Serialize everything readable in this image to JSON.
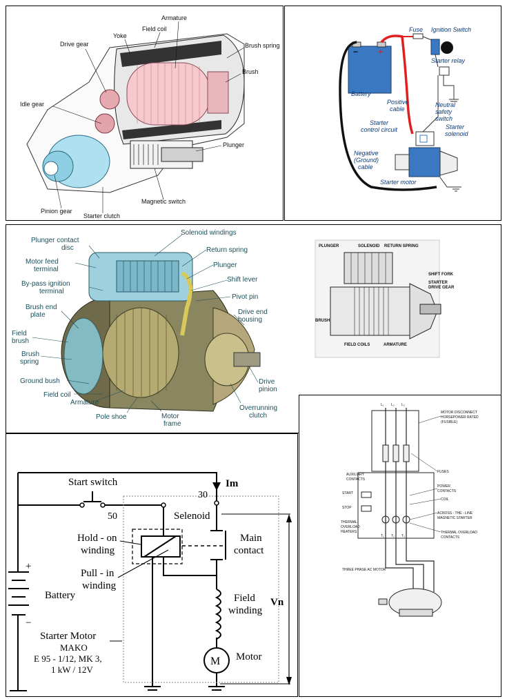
{
  "panel1": {
    "labels": {
      "drive_gear": "Drive gear",
      "yoke": "Yoke",
      "field_coil": "Field coil",
      "armature": "Armature",
      "brush_spring": "Brush spring",
      "brush": "Brush",
      "idle_gear": "Idle gear",
      "plunger": "Plunger",
      "magnetic_switch": "Magnetic switch",
      "pinion_gear": "Pinion gear",
      "starter_clutch": "Starter clutch"
    }
  },
  "panel2": {
    "labels": {
      "fuse": "Fuse",
      "ignition_switch": "Ignition Switch",
      "starter_relay": "Starter relay",
      "battery": "Battery",
      "positive_cable_1": "Positive",
      "positive_cable_2": "cable",
      "neutral_1": "Neutral",
      "neutral_2": "safety",
      "neutral_3": "switch",
      "control_1": "Starter",
      "control_2": "control circuit",
      "solenoid_1": "Starter",
      "solenoid_2": "solenoid",
      "negative_1": "Negative",
      "negative_2": "(Ground)",
      "negative_3": "cable",
      "starter_motor": "Starter motor",
      "minus": "−",
      "plus": "+"
    },
    "colors": {
      "positive": "#e02020",
      "negative": "#111111",
      "component": "#3a78c2"
    }
  },
  "panel3": {
    "labels": {
      "plunger_contact_1": "Plunger contact",
      "plunger_contact_2": "disc",
      "solenoid_windings": "Solenoid windings",
      "return_spring": "Return spring",
      "motor_feed_1": "Motor feed",
      "motor_feed_2": "terminal",
      "plunger": "Plunger",
      "bypass_1": "By-pass ignition",
      "bypass_2": "terminal",
      "shift_lever": "Shift lever",
      "pivot_pin": "Pivot pin",
      "brush_end_1": "Brush end",
      "brush_end_2": "plate",
      "drive_end_1": "Drive end",
      "drive_end_2": "housing",
      "field_brush_1": "Field",
      "field_brush_2": "brush",
      "brush_spring_1": "Brush",
      "brush_spring_2": "spring",
      "ground_bush": "Ground bush",
      "drive_pinion_1": "Drive",
      "drive_pinion_2": "pinion",
      "field_coil": "Field coil",
      "armature": "Armature",
      "overrunning_1": "Overrunning",
      "overrunning_2": "clutch",
      "pole_shoe": "Pole shoe",
      "motor_frame_1": "Motor",
      "motor_frame_2": "frame"
    },
    "inset_labels": {
      "plunger": "PLUNGER",
      "solenoid": "SOLENOID",
      "return_spring": "RETURN SPRING",
      "shift_fork": "SHIFT FORK",
      "starter_1": "STARTER",
      "starter_2": "DRIVE GEAR",
      "brush": "BRUSH",
      "field_coils": "FIELD COILS",
      "armature": "ARMATURE"
    }
  },
  "panel4": {
    "labels": {
      "im": "Im",
      "start_switch": "Start switch",
      "t30": "30",
      "t50": "50",
      "solenoid": "Selenoid",
      "hold_on_1": "Hold - on",
      "hold_on_2": "winding",
      "main_1": "Main",
      "main_2": "contact",
      "pull_in_1": "Pull - in",
      "pull_in_2": "winding",
      "battery": "Battery",
      "field_1": "Field",
      "field_2": "winding",
      "vn": "Vn",
      "plus": "+",
      "minus": "−",
      "starter_1": "Starter Motor",
      "starter_2": "MAKO",
      "starter_3": "E 95 - 1/12, MK 3,",
      "starter_4": "1 kW / 12V",
      "m": "M",
      "motor": "Motor"
    }
  },
  "panel5": {
    "labels": {
      "l1": "L₁",
      "l2": "L₂",
      "l3": "L₃",
      "disconnect_1": "MOTOR DISCONNECT",
      "disconnect_2": "HORSEPOWER RATED",
      "disconnect_3": "(FUSIBLE)",
      "fuses": "FUSES",
      "aux_1": "AUXILIARY",
      "aux_2": "CONTACTS",
      "start": "START",
      "power_1": "POWER",
      "power_2": "CONTACTS",
      "coil": "COIL",
      "stop": "STOP",
      "thermal_1": "THERMAL",
      "thermal_2": "OVERLOAD",
      "thermal_3": "HEATERS",
      "across_1": "ACROSS - THE - LINE",
      "across_2": "MAGNETIC STARTER",
      "tocontacts_1": "THERMAL OVERLOAD",
      "tocontacts_2": "CONTACTS",
      "t1": "T₁",
      "t2": "T₂",
      "t3": "T₃",
      "motor": "THREE PHASE AC MOTOR"
    }
  }
}
